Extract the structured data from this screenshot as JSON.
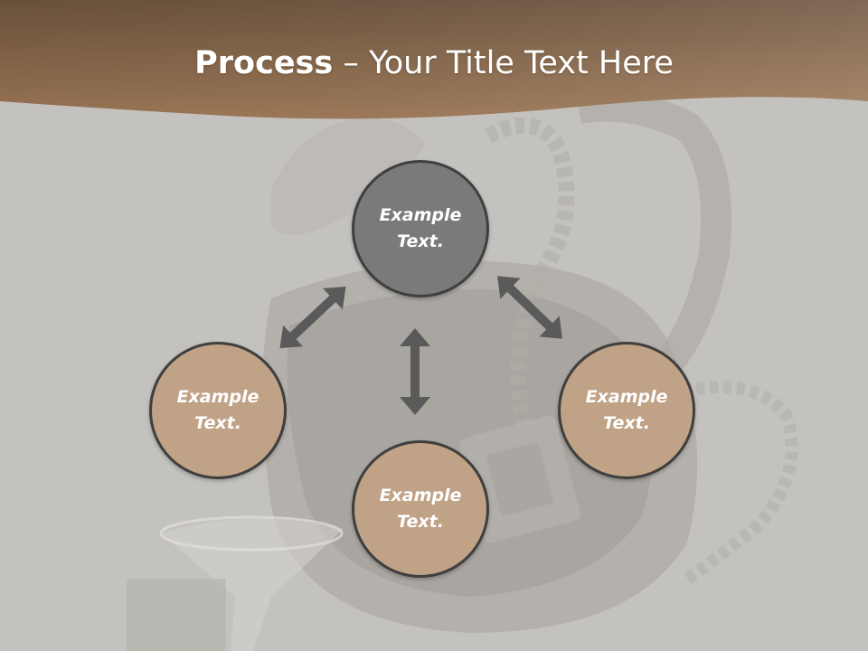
{
  "slide": {
    "title_bold": "Process",
    "title_separator": " – ",
    "title_rest": "Your Title Text Here",
    "colors": {
      "header": "#9a7352",
      "header_dark": "#6e543e",
      "background": "#c4c2bf",
      "circle_dark": "#7a7a7a",
      "circle_tan": "#c0a286",
      "arrow": "#5a5a5a"
    }
  },
  "nodes": [
    {
      "id": "top",
      "text": "Example\nText."
    },
    {
      "id": "left",
      "text": "Example\nText."
    },
    {
      "id": "right",
      "text": "Example\nText."
    },
    {
      "id": "bottom",
      "text": "Example\nText."
    }
  ]
}
